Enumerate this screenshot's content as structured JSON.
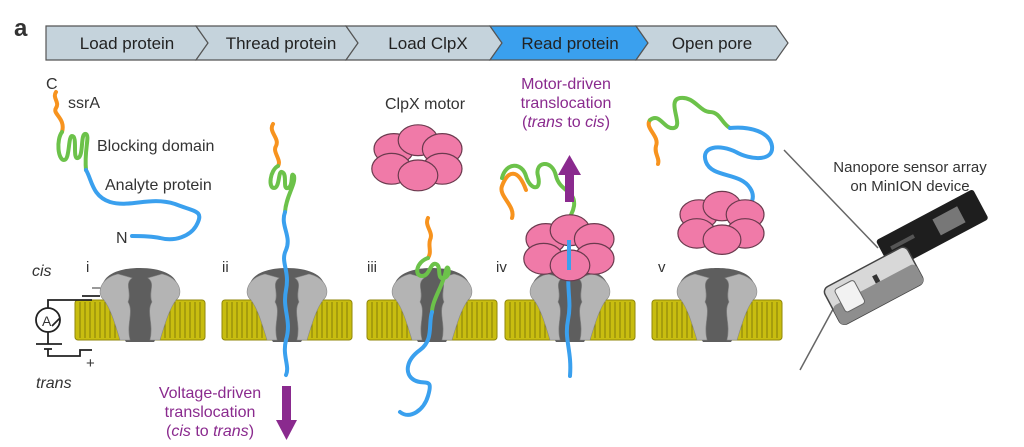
{
  "panel_label": "a",
  "workflow_steps": [
    {
      "label": "Load protein",
      "active": false
    },
    {
      "label": "Thread protein",
      "active": false
    },
    {
      "label": "Load ClpX",
      "active": false
    },
    {
      "label": "Read protein",
      "active": true
    },
    {
      "label": "Open pore",
      "active": false
    }
  ],
  "colors": {
    "step_inactive": "#c5d3dc",
    "step_active": "#3aa0ee",
    "step_border": "#555555",
    "ssrA": "#f7931e",
    "blocking_domain": "#6cc24a",
    "analyte": "#3aa0ee",
    "clpx": "#f07aa8",
    "membrane": "#c8bd10",
    "pore_light": "#b4b4b4",
    "pore_dark": "#5e5e5e",
    "annotation": "#8a2a8e"
  },
  "stage_labels": [
    "i",
    "ii",
    "iii",
    "iv",
    "v"
  ],
  "protein_labels": {
    "c_terminus": "C",
    "ssra": "ssrA",
    "blocking_domain": "Blocking domain",
    "analyte_protein": "Analyte protein",
    "n_terminus": "N"
  },
  "clpx_label": "ClpX motor",
  "circuit": {
    "cis": "cis",
    "trans": "trans",
    "minus": "–",
    "plus": "+",
    "ammeter": "A"
  },
  "voltage_annotation": {
    "line1": "Voltage-driven",
    "line2": "translocation",
    "line3_open": "(",
    "line3_cis": "cis",
    "line3_to": " to ",
    "line3_trans": "trans",
    "line3_close": ")"
  },
  "motor_annotation": {
    "line1": "Motor-driven",
    "line2": "translocation",
    "line3_open": "(",
    "line3_trans": "trans",
    "line3_to": " to ",
    "line3_cis": "cis",
    "line3_close": ")"
  },
  "device_label": {
    "line1": "Nanopore sensor array",
    "line2": "on MinION device"
  }
}
